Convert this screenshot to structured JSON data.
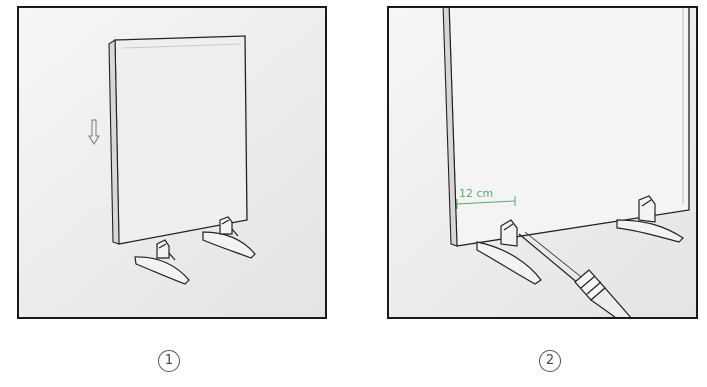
{
  "steps": [
    {
      "label": "1"
    },
    {
      "label": "2"
    }
  ],
  "measurement": {
    "label": "12 cm",
    "color": "#5aa86b"
  },
  "icons": {
    "panel1": [
      "down-arrow-icon",
      "heater-panel-icon",
      "left-foot-icon",
      "right-foot-icon"
    ],
    "panel2": [
      "heater-panel-icon",
      "left-foot-icon",
      "right-foot-icon",
      "screwdriver-icon",
      "dimension-line-icon"
    ]
  }
}
